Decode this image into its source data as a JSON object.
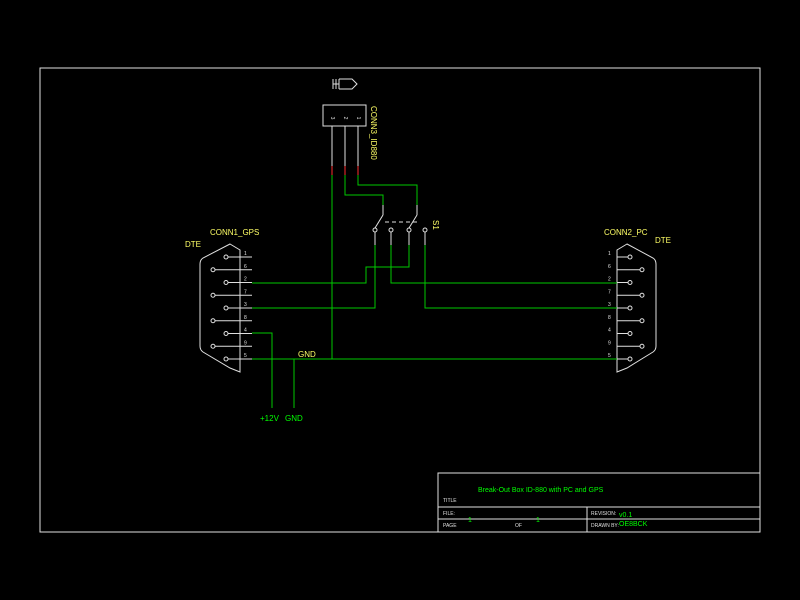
{
  "connectors": {
    "gps": {
      "name": "CONN1_GPS",
      "type": "DTE",
      "pins": [
        "1",
        "6",
        "2",
        "7",
        "3",
        "8",
        "4",
        "9",
        "5"
      ]
    },
    "pc": {
      "name": "CONN2_PC",
      "type": "DTE",
      "pins": [
        "1",
        "6",
        "2",
        "7",
        "3",
        "8",
        "4",
        "9",
        "5"
      ]
    },
    "idcable": {
      "name": "CONN3_ID880",
      "pins": [
        "3",
        "2",
        "1"
      ]
    }
  },
  "switch": {
    "name": "S1"
  },
  "nets": {
    "gnd": "GND",
    "power": "+12V",
    "ground_label": "GND"
  },
  "title_block": {
    "title_label": "TITLE",
    "title": "Break-Out Box ID-880 with PC and GPS",
    "file_label": "FILE:",
    "page_label": "PAGE",
    "page": "1",
    "of_label": "OF",
    "of": "1",
    "revision_label": "REVISION:",
    "revision": "v0.1",
    "drawn_by_label": "DRAWN BY:",
    "drawn_by": "OE8BCK"
  },
  "colors": {
    "background": "#000000",
    "wire": "#00c800",
    "part_outline": "#e0e0e0",
    "label": "#ffff66",
    "title_text": "#00ff00"
  }
}
